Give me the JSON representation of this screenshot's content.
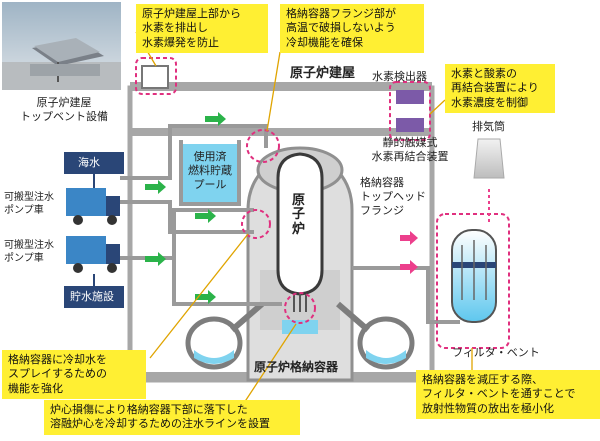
{
  "photo": {
    "caption": "原子炉建屋\nトップベント設備"
  },
  "callouts": {
    "top_vent": "原子炉建屋上部から\n水素を排出し\n水素爆発を防止",
    "flange": "格納容器フランジ部が\n高温で破損しないよう\n冷却機能を確保",
    "hydrogen": "水素と酸素の\n再結合装置により\n水素濃度を制御",
    "spray": "格納容器に冷却水を\nスプレイするための\n機能を強化",
    "core_cooling": "炉心損傷により格納容器下部に落下した\n溶融炉心を冷却するための注水ラインを設置",
    "filter_vent": "格納容器を減圧する際、\nフィルタ・ベントを通すことで\n放射性物質の放出を極小化"
  },
  "labels": {
    "reactor_building": "原子炉建屋",
    "hydrogen_detector": "水素検出器",
    "recombiner": "静的触媒式\n水素再結合装置",
    "exhaust_stack": "排気筒",
    "head_flange": "格納容器\nトップヘッド\nフランジ",
    "fuel_pool": "使用済\n燃料貯蔵\nプール",
    "reactor": "原\n子\n炉",
    "seawater": "海水",
    "pump_truck_1": "可搬型注水\nポンプ車",
    "pump_truck_2": "可搬型注水\nポンプ車",
    "water_storage": "貯水施設",
    "filter_vent": "フィルタ・ベント",
    "containment": "原子炉格納容器"
  },
  "colors": {
    "callout_bg": "#ffef33",
    "highlight_dashed": "#e0307f",
    "water_blue": "#7fd3ef",
    "structure_grey": "#9a9a9a",
    "flow_green": "#2bb34a",
    "flow_pink": "#ec3f8c",
    "navy": "#2a4677"
  }
}
